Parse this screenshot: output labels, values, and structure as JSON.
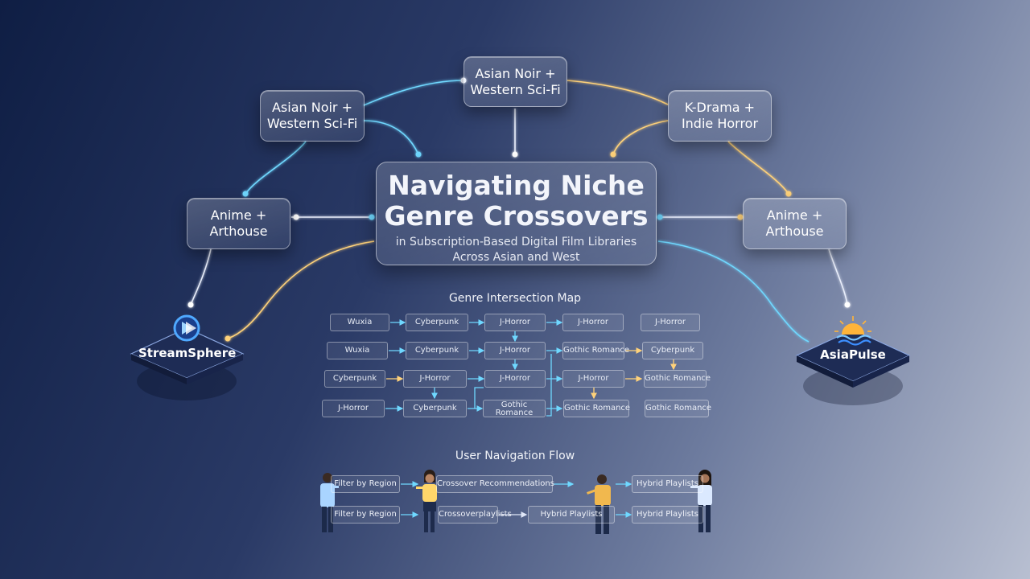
{
  "title": {
    "line1": "Navigating Niche",
    "line2": "Genre Crossovers",
    "subtitle_line1": "in Subscription-Based Digital Film Libraries",
    "subtitle_line2": "Across Asian and West"
  },
  "nodes": {
    "left_upper": {
      "line1": "Asian Noir +",
      "line2": "Western Sci-Fi"
    },
    "top_center": {
      "line1": "Asian Noir +",
      "line2": "Western Sci-Fi"
    },
    "right_upper": {
      "line1": "K-Drama +",
      "line2": "Indie Horror"
    },
    "left_mid": {
      "line1": "Anime +",
      "line2": "Arthouse"
    },
    "right_mid": {
      "line1": "Anime +",
      "line2": "Arthouse"
    }
  },
  "platforms": {
    "left": {
      "name": "StreamSphere",
      "icon": "play-logo-icon"
    },
    "right": {
      "name": "AsiaPulse",
      "icon": "sunrise-wave-icon"
    }
  },
  "genre_map": {
    "title": "Genre Intersection Map",
    "rows": [
      [
        "Wuxia",
        "Cyberpunk",
        "J-Horror",
        "J-Horror",
        "J-Horror"
      ],
      [
        "Wuxia",
        "Cyberpunk",
        "J-Horror",
        "Gothic Romance",
        "Cyberpunk"
      ],
      [
        "Cyberpunk",
        "J-Horror",
        "J-Horror",
        "J-Horror",
        "Gothic Romance"
      ],
      [
        "J-Horror",
        "Cyberpunk",
        "Gothic Romance",
        "Gothic Romance",
        "Gothic Romance"
      ]
    ]
  },
  "user_flow": {
    "title": "User Navigation Flow",
    "row1": [
      "Filter by Region",
      "Crossover Recommendations",
      "Hybrid Playlists"
    ],
    "row2": [
      "Filter by Region",
      "Crossoverplaylists",
      "Hybrid Playlists",
      "Hybrid Playlists"
    ]
  },
  "colors": {
    "cyan_link": "#5fd3ff",
    "gold_link": "#ffd27a",
    "white_link": "#e9eefb"
  }
}
